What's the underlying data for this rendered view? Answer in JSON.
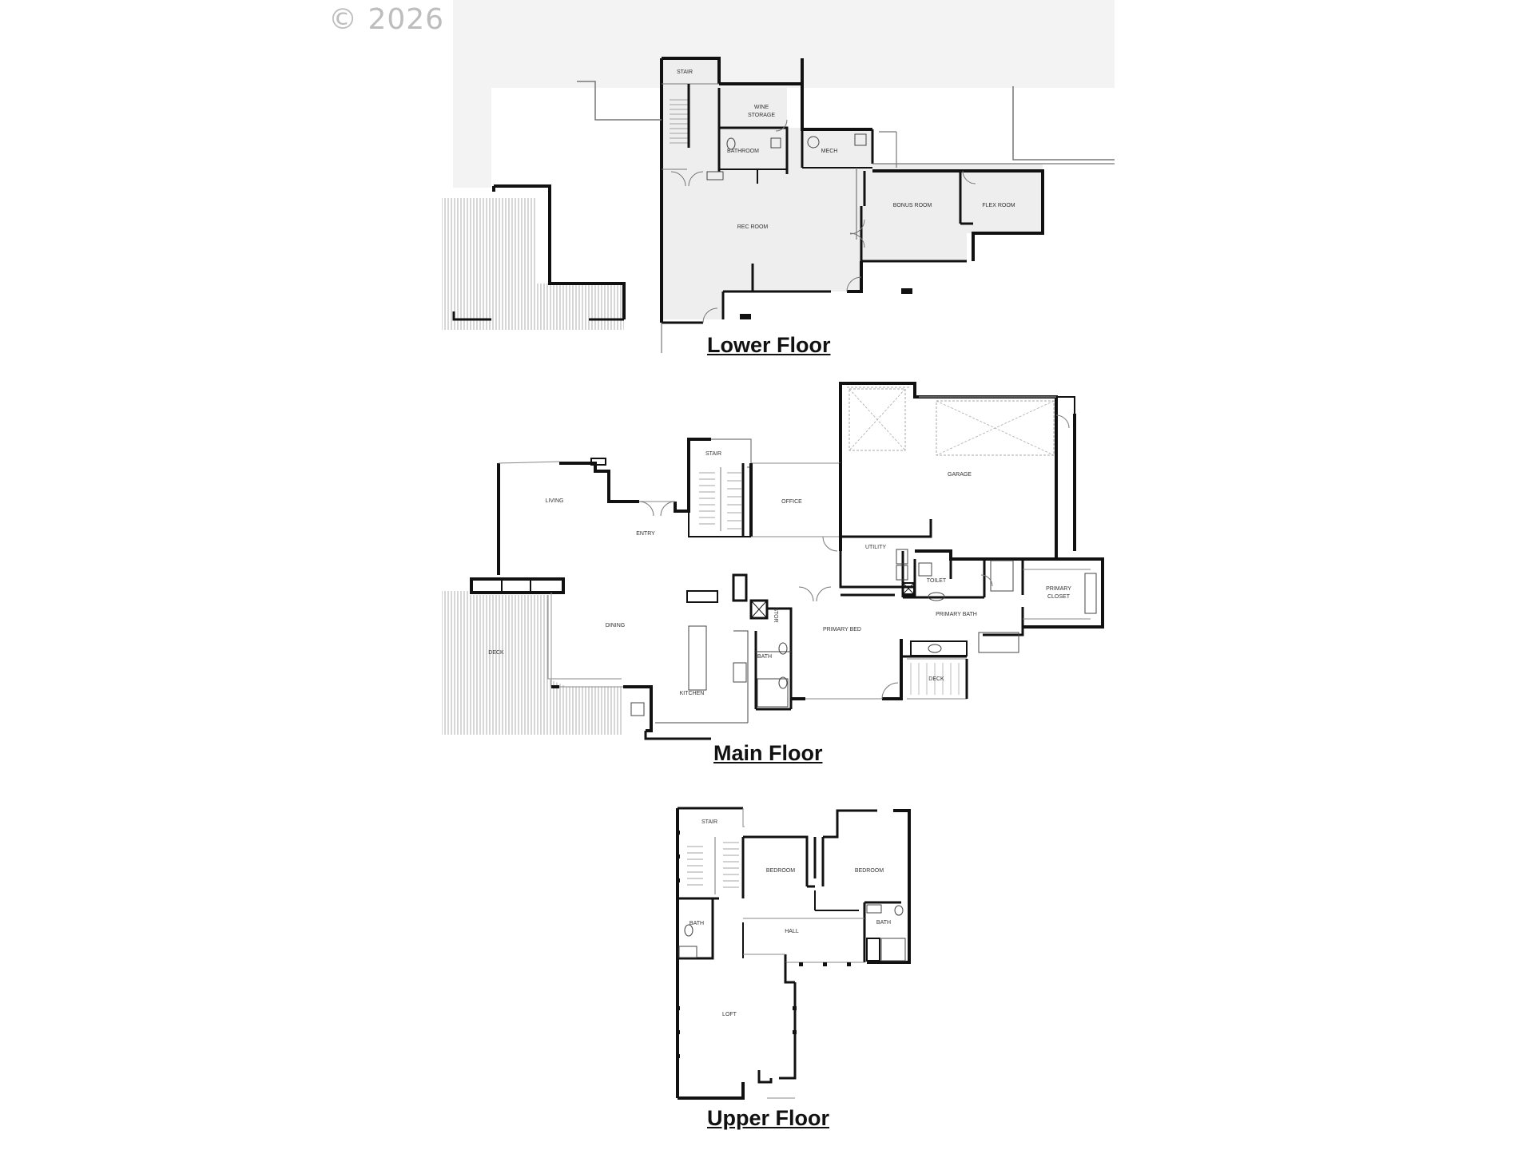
{
  "watermark": "© 2026",
  "floors": {
    "lower": {
      "title": "Lower Floor",
      "rooms": {
        "stair": "STAIR",
        "wine_storage": "WINE STORAGE",
        "bathroom": "BATHROOM",
        "mech": "MECH",
        "rec_room": "REC ROOM",
        "bonus_room": "BONUS ROOM",
        "flex_room": "FLEX ROOM"
      }
    },
    "main": {
      "title": "Main Floor",
      "rooms": {
        "stair": "STAIR",
        "living": "LIVING",
        "entry": "ENTRY",
        "office": "OFFICE",
        "garage": "GARAGE",
        "utility": "UTILITY",
        "toilet": "TOILET",
        "primary_closet": "PRIMARY CLOSET",
        "primary_bath": "PRIMARY BATH",
        "primary_bed": "PRIMARY BED",
        "dining": "DINING",
        "deck_left": "DECK",
        "deck_right": "DECK",
        "kitchen": "KITCHEN",
        "bath": "BATH",
        "stor": "STOR"
      }
    },
    "upper": {
      "title": "Upper Floor",
      "rooms": {
        "stair": "STAIR",
        "bedroom_1": "BEDROOM",
        "bedroom_2": "BEDROOM",
        "bath_left": "BATH",
        "bath_right": "BATH",
        "hall": "HALL",
        "loft": "LOFT"
      }
    }
  },
  "colors": {
    "wall": "#111111",
    "floor_shade": "#efefef",
    "deck_lines": "#9a9a9a",
    "thin_line": "#8a8a8a"
  }
}
